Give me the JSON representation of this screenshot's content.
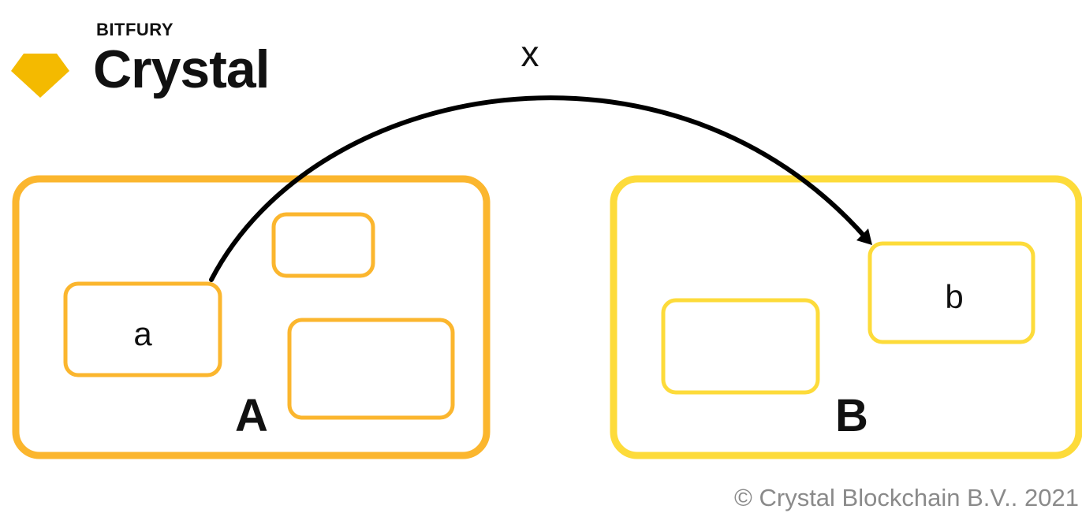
{
  "brand": {
    "company": "BITFURY",
    "product": "Crystal",
    "gem_icon": "diamond-icon"
  },
  "diagram": {
    "edge_label": "x",
    "cluster_a": {
      "label": "A",
      "color": "#FBB62E",
      "node_label": "a"
    },
    "cluster_b": {
      "label": "B",
      "color": "#FDDB3A",
      "node_label": "b"
    },
    "arrow_color": "#000000",
    "gem_color": "#F4BA00"
  },
  "footer": {
    "copyright": "© Crystal Blockchain B.V.. 2021"
  }
}
